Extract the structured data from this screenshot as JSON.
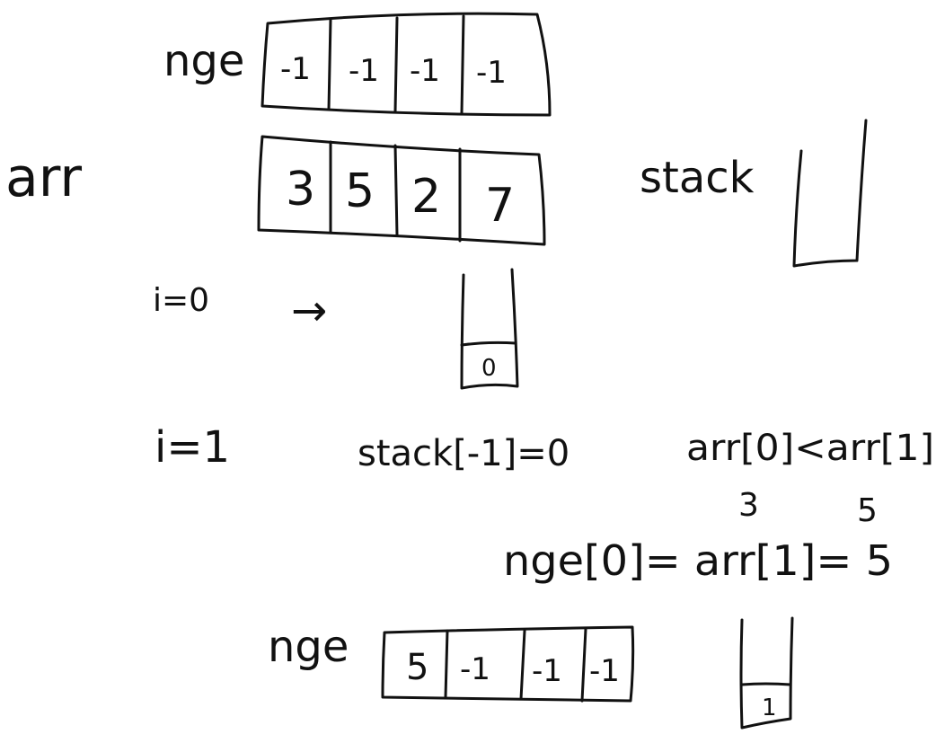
{
  "rows": {
    "nge_initial": {
      "label": "nge",
      "cells": [
        "-1",
        "-1",
        "-1",
        "-1"
      ]
    },
    "arr": {
      "label": "arr",
      "cells": [
        "3",
        "5",
        "2",
        "7"
      ]
    },
    "nge_updated": {
      "label": "nge",
      "cells": [
        "5",
        "-1",
        "-1",
        "-1"
      ]
    }
  },
  "stack_label": "stack",
  "steps": {
    "i0": {
      "label": "i=0",
      "arrow": "→",
      "stack_items": [
        "0"
      ]
    },
    "i1": {
      "label": "i=1",
      "stack_top": "stack[-1]=0",
      "comparison": "arr[0]<arr[1]",
      "comparison_values": [
        "3",
        "5"
      ],
      "assignment": "nge[0]= arr[1]= 5",
      "stack_items": [
        "1"
      ]
    }
  }
}
